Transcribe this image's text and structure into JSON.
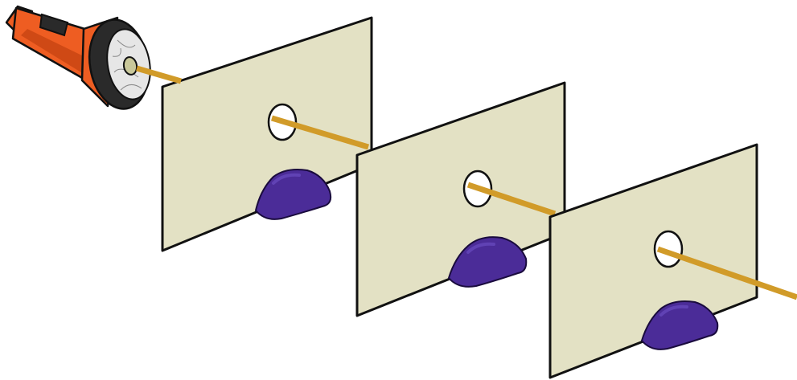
{
  "colors": {
    "background": "#ffffff",
    "card_fill": "#e3e1c4",
    "outline": "#111111",
    "light_ray": "#d19b29",
    "clay": "#4b2c98",
    "clay_dark": "#2e1768",
    "clay_light": "#6a4cc0",
    "flashlight_body": "#ee5d22",
    "flashlight_shade": "#c2410f",
    "flashlight_grip": "#2a2a2a",
    "lens_glass": "#e6e6e6",
    "bulb": "#c9c89a"
  },
  "icons": {
    "flashlight": "flashlight-icon",
    "card": "card-with-hole",
    "clay_stand": "clay-lump",
    "ray": "light-ray"
  },
  "cards": [
    {
      "id": "1"
    },
    {
      "id": "2"
    },
    {
      "id": "3"
    }
  ]
}
